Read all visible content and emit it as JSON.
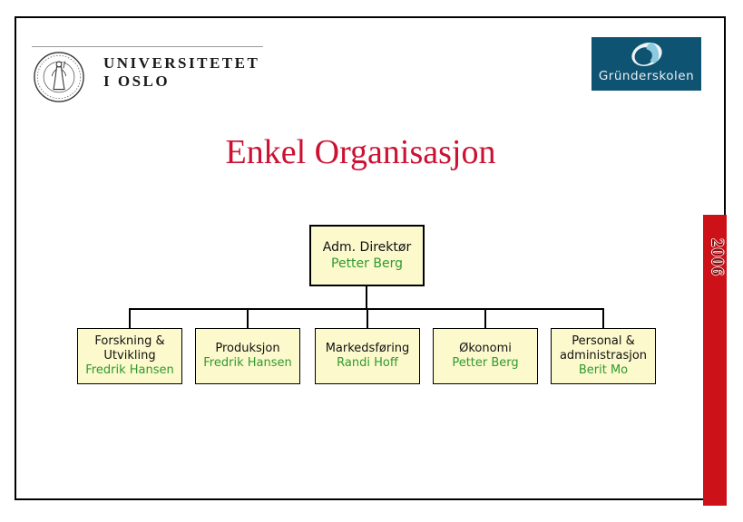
{
  "slide": {
    "title": "Enkel Organisasjon",
    "year": "2006"
  },
  "logos": {
    "university": {
      "line1": "UNIVERSITETET",
      "line2": "I OSLO",
      "seal_icon": "university-of-oslo-seal"
    },
    "grunderskolen": {
      "label": "Gründerskolen",
      "mark_icon": "grunderskolen-swirl"
    }
  },
  "org_chart": {
    "root": {
      "title": "Adm. Direktør",
      "name": "Petter Berg"
    },
    "children": [
      {
        "title": "Forskning & Utvikling",
        "name": "Fredrik Hansen"
      },
      {
        "title": "Produksjon",
        "name": "Fredrik Hansen"
      },
      {
        "title": "Markedsføring",
        "name": "Randi Hoff"
      },
      {
        "title": "Økonomi",
        "name": "Petter Berg"
      },
      {
        "title": "Personal & administrasjon",
        "name": "Berit Mo"
      }
    ]
  },
  "colors": {
    "title_red": "#cc1132",
    "sidebar_red": "#cc1118",
    "year_text_red": "#8b0f12",
    "box_fill_yellow": "#fcf9cc",
    "person_green": "#2f9a2f",
    "logo_blue": "#0f5373",
    "logo_light_blue": "#8ccade"
  }
}
